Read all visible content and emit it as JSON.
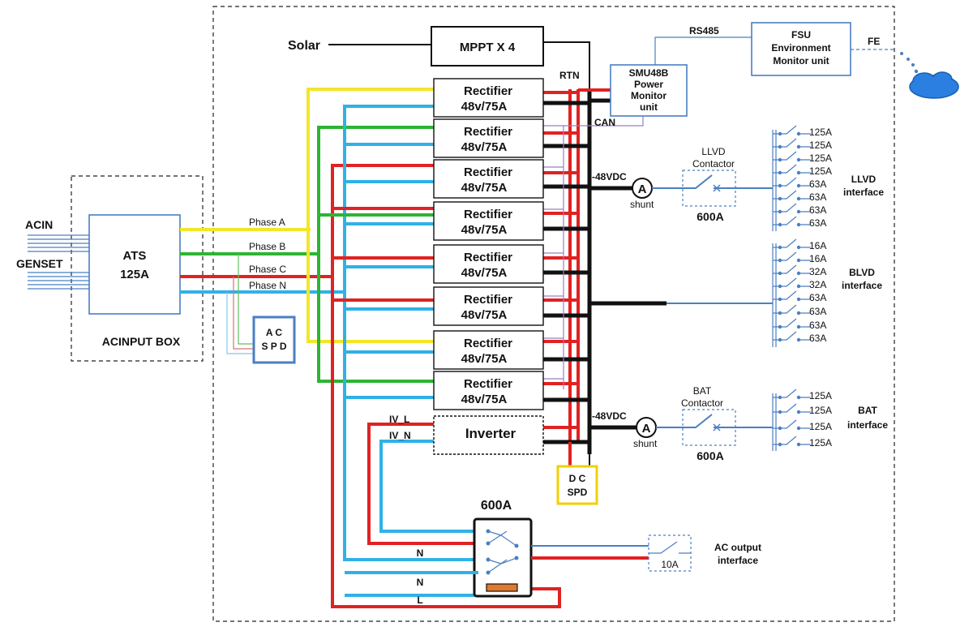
{
  "texts": {
    "solar": "Solar",
    "mppt": "MPPT X 4",
    "rtn": "RTN",
    "rs485": "RS485",
    "fsu_line1": "FSU",
    "fsu_line2": "Environment",
    "fsu_line3": "Monitor unit",
    "fe": "FE",
    "smu_line1": "SMU48B",
    "smu_line2": "Power",
    "smu_line3": "Monitor",
    "smu_line4": "unit",
    "can": "CAN",
    "rect_line1": "Rectifier",
    "rect_line2": "48v/75A",
    "acin": "ACIN",
    "genset": "GENSET",
    "ats_line1": "ATS",
    "ats_line2": "125A",
    "acinput_box": "ACINPUT BOX",
    "phase_a": "Phase A",
    "phase_b": "Phase B",
    "phase_c": "Phase C",
    "phase_n": "Phase N",
    "ac_spd_line1": "A C",
    "ac_spd_line2": "S P D",
    "minus48_top": "-48VDC",
    "minus48_bottom": "-48VDC",
    "shunt_top": "shunt",
    "shunt_bottom": "shunt",
    "llvd_contactor_line1": "LLVD",
    "llvd_contactor_line2": "Contactor",
    "llvd_600a": "600A",
    "bat_contactor_line1": "BAT",
    "bat_contactor_line2": "Contactor",
    "bat_600a": "600A",
    "llvd_interface_line1": "LLVD",
    "llvd_interface_line2": "interface",
    "blvd_interface_line1": "BLVD",
    "blvd_interface_line2": "interface",
    "bat_interface_line1": "BAT",
    "bat_interface_line2": "interface",
    "iv_l": "IV_L",
    "iv_n": "IV_N",
    "inverter": "Inverter",
    "dc_spd_line1": "D C",
    "dc_spd_line2": "SPD",
    "switch_600a": "600A",
    "n1": "N",
    "n2": "N",
    "l": "L",
    "ac_output_10a": "10A",
    "ac_output_line1": "AC output",
    "ac_output_line2": "interface",
    "ammeter": "A"
  },
  "llvd_breakers": [
    "125A",
    "125A",
    "125A",
    "125A",
    "63A",
    "63A",
    "63A",
    "63A"
  ],
  "blvd_breakers": [
    "16A",
    "16A",
    "32A",
    "32A",
    "63A",
    "63A",
    "63A",
    "63A"
  ],
  "bat_breakers": [
    "125A",
    "125A",
    "125A",
    "125A"
  ],
  "colors": {
    "phase_a": "#f2e628",
    "phase_b": "#2cb532",
    "phase_c": "#e02222",
    "phase_n": "#30b1e6",
    "dc_negative": "#111111",
    "accent_blue": "#4a7fc2"
  }
}
